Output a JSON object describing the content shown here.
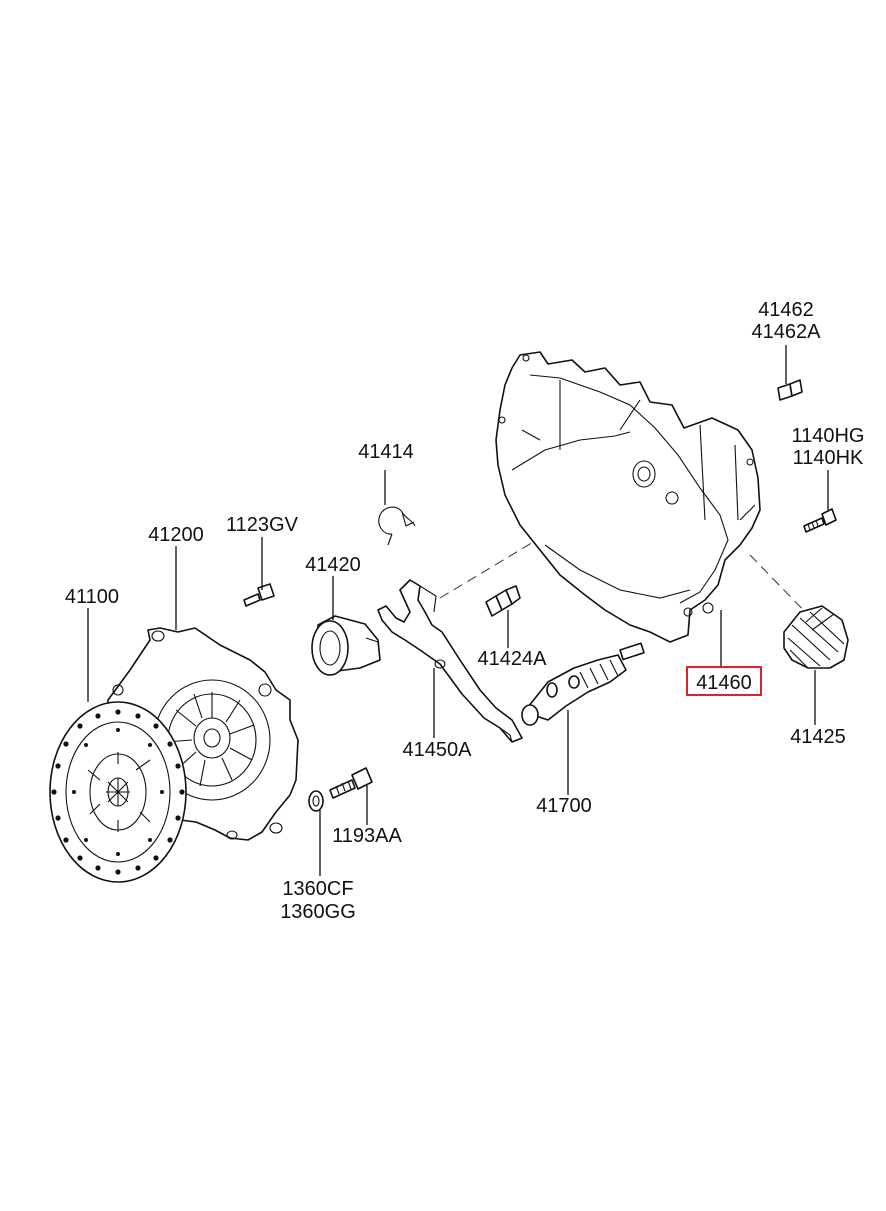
{
  "diagram": {
    "highlight_color": "#e0202a",
    "labels": {
      "p41462": "41462",
      "p41462a": "41462A",
      "p1140hg": "1140HG",
      "p1140hk": "1140HK",
      "p41414": "41414",
      "p41200": "41200",
      "p1123gv": "1123GV",
      "p41420": "41420",
      "p41100": "41100",
      "p41424a": "41424A",
      "p41460": "41460",
      "p41450a": "41450A",
      "p41425": "41425",
      "p41700": "41700",
      "p1193aa": "1193AA",
      "p1360cf": "1360CF",
      "p1360gg": "1360GG"
    },
    "highlighted_part": "41460"
  }
}
